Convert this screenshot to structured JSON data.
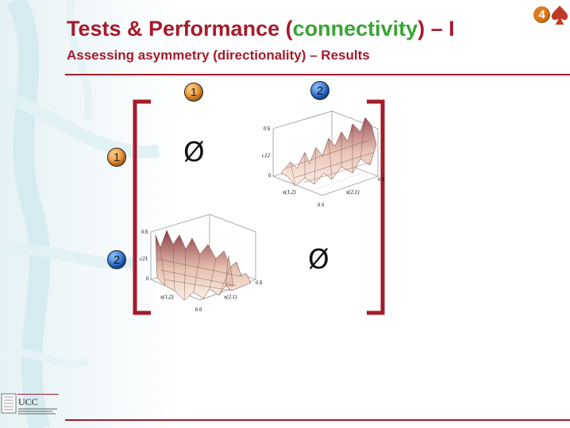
{
  "slide": {
    "title_prefix": "Tests & Performance (",
    "title_highlight": "connectivity",
    "title_suffix": ") – I",
    "subtitle": "Assessing asymmetry (directionality) – Results",
    "badge_number": "4",
    "badge_icon": "spade-icon"
  },
  "matrix": {
    "column_labels": [
      "1",
      "2"
    ],
    "row_labels": [
      "1",
      "2"
    ],
    "empty_symbol": "Ø",
    "colors": {
      "node_1": "#e8831f",
      "node_2": "#1a5fc9",
      "bracket": "#a51b2b",
      "accent": "#a51b2b",
      "highlight": "#3aa335"
    }
  },
  "plot_12": {
    "zlabel": "c12",
    "z_ticks": [
      "0.5",
      "0"
    ],
    "x_tick": "0.5",
    "xlabel": "x(2,1)",
    "ylabel": "x(1,2)",
    "base_ticks": "0   0"
  },
  "plot_21": {
    "zlabel": "c21",
    "z_ticks": [
      "0.5",
      "0"
    ],
    "x_tick": "0.5",
    "xlabel": "x(2,1)",
    "ylabel": "x(1,2)",
    "base_ticks": "0   0"
  },
  "logo": {
    "text": "UCC"
  }
}
